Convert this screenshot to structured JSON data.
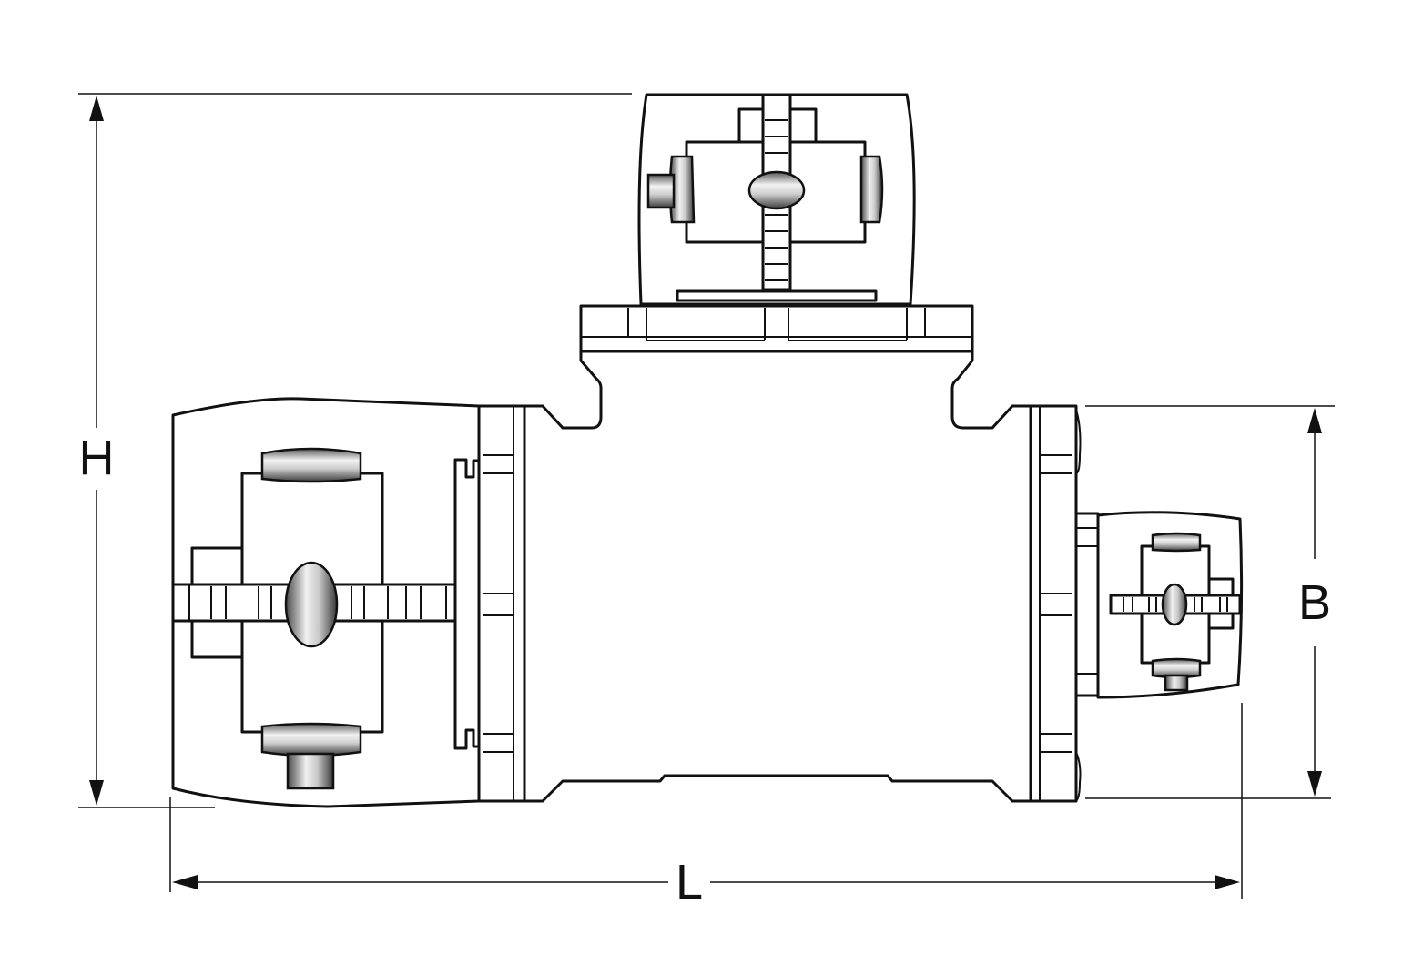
{
  "dimensions": {
    "height_label": "H",
    "length_label": "L",
    "outlet_label": "B"
  }
}
